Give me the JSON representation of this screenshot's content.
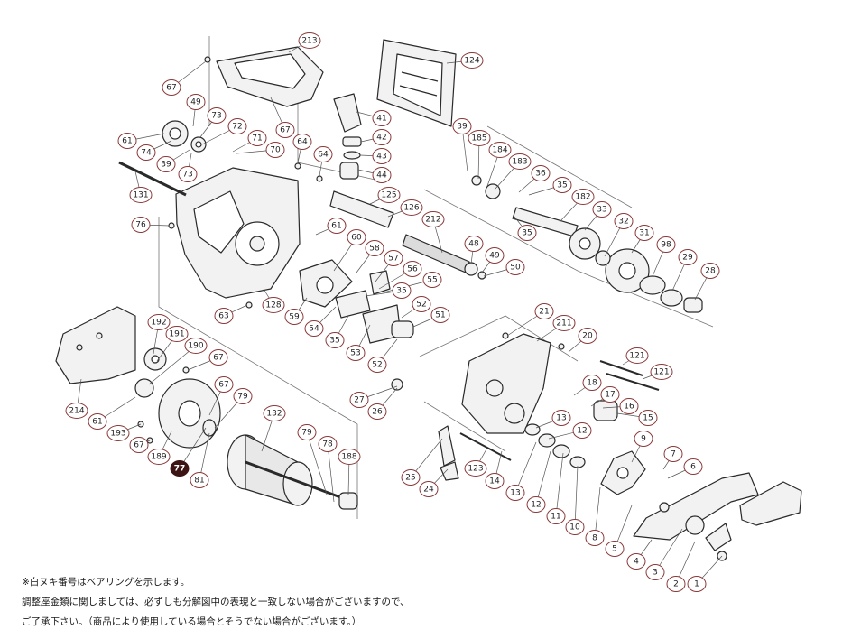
{
  "diagram": {
    "type": "exploded-parts-diagram",
    "callouts": [
      {
        "id": "c213",
        "label": "213",
        "bearing": false
      },
      {
        "id": "c124",
        "label": "124",
        "bearing": false
      },
      {
        "id": "c67a",
        "label": "67",
        "bearing": false
      },
      {
        "id": "c49a",
        "label": "49",
        "bearing": false
      },
      {
        "id": "c73a",
        "label": "73",
        "bearing": false
      },
      {
        "id": "c72",
        "label": "72",
        "bearing": false
      },
      {
        "id": "c67b",
        "label": "67",
        "bearing": false
      },
      {
        "id": "c61a",
        "label": "61",
        "bearing": false
      },
      {
        "id": "c71",
        "label": "71",
        "bearing": false
      },
      {
        "id": "c41",
        "label": "41",
        "bearing": false
      },
      {
        "id": "c42",
        "label": "42",
        "bearing": false
      },
      {
        "id": "c43",
        "label": "43",
        "bearing": false
      },
      {
        "id": "c44",
        "label": "44",
        "bearing": false
      },
      {
        "id": "c74",
        "label": "74",
        "bearing": false
      },
      {
        "id": "c70",
        "label": "70",
        "bearing": false
      },
      {
        "id": "c64a",
        "label": "64",
        "bearing": false
      },
      {
        "id": "c39a",
        "label": "39",
        "bearing": false
      },
      {
        "id": "c73b",
        "label": "73",
        "bearing": false
      },
      {
        "id": "c64b",
        "label": "64",
        "bearing": false
      },
      {
        "id": "c39b",
        "label": "39",
        "bearing": false
      },
      {
        "id": "c185",
        "label": "185",
        "bearing": false
      },
      {
        "id": "c184",
        "label": "184",
        "bearing": false
      },
      {
        "id": "c183",
        "label": "183",
        "bearing": false
      },
      {
        "id": "c36",
        "label": "36",
        "bearing": false
      },
      {
        "id": "c35a",
        "label": "35",
        "bearing": false
      },
      {
        "id": "c182",
        "label": "182",
        "bearing": false
      },
      {
        "id": "c131",
        "label": "131",
        "bearing": false
      },
      {
        "id": "c125",
        "label": "125",
        "bearing": false
      },
      {
        "id": "c126",
        "label": "126",
        "bearing": false
      },
      {
        "id": "c212",
        "label": "212",
        "bearing": false
      },
      {
        "id": "c33",
        "label": "33",
        "bearing": false
      },
      {
        "id": "c35b",
        "label": "35",
        "bearing": false
      },
      {
        "id": "c32",
        "label": "32",
        "bearing": false
      },
      {
        "id": "c76",
        "label": "76",
        "bearing": false
      },
      {
        "id": "c61b",
        "label": "61",
        "bearing": false
      },
      {
        "id": "c60",
        "label": "60",
        "bearing": false
      },
      {
        "id": "c58",
        "label": "58",
        "bearing": false
      },
      {
        "id": "c31",
        "label": "31",
        "bearing": false
      },
      {
        "id": "c57",
        "label": "57",
        "bearing": false
      },
      {
        "id": "c48",
        "label": "48",
        "bearing": false
      },
      {
        "id": "c98",
        "label": "98",
        "bearing": false
      },
      {
        "id": "c49b",
        "label": "49",
        "bearing": false
      },
      {
        "id": "c56",
        "label": "56",
        "bearing": false
      },
      {
        "id": "c50",
        "label": "50",
        "bearing": false
      },
      {
        "id": "c29",
        "label": "29",
        "bearing": false
      },
      {
        "id": "c28",
        "label": "28",
        "bearing": false
      },
      {
        "id": "c55",
        "label": "55",
        "bearing": false
      },
      {
        "id": "c35c",
        "label": "35",
        "bearing": false
      },
      {
        "id": "c128",
        "label": "128",
        "bearing": false
      },
      {
        "id": "c52a",
        "label": "52",
        "bearing": false
      },
      {
        "id": "c63",
        "label": "63",
        "bearing": false
      },
      {
        "id": "c59",
        "label": "59",
        "bearing": false
      },
      {
        "id": "c51",
        "label": "51",
        "bearing": false
      },
      {
        "id": "c21",
        "label": "21",
        "bearing": false
      },
      {
        "id": "c211",
        "label": "211",
        "bearing": false
      },
      {
        "id": "c192",
        "label": "192",
        "bearing": false
      },
      {
        "id": "c54",
        "label": "54",
        "bearing": false
      },
      {
        "id": "c35d",
        "label": "35",
        "bearing": false
      },
      {
        "id": "c20",
        "label": "20",
        "bearing": false
      },
      {
        "id": "c191",
        "label": "191",
        "bearing": false
      },
      {
        "id": "c53",
        "label": "53",
        "bearing": false
      },
      {
        "id": "c190",
        "label": "190",
        "bearing": false
      },
      {
        "id": "c121a",
        "label": "121",
        "bearing": false
      },
      {
        "id": "c67c",
        "label": "67",
        "bearing": false
      },
      {
        "id": "c52b",
        "label": "52",
        "bearing": false
      },
      {
        "id": "c121b",
        "label": "121",
        "bearing": false
      },
      {
        "id": "c18",
        "label": "18",
        "bearing": false
      },
      {
        "id": "c67d",
        "label": "67",
        "bearing": false
      },
      {
        "id": "c17",
        "label": "17",
        "bearing": false
      },
      {
        "id": "c79a",
        "label": "79",
        "bearing": false
      },
      {
        "id": "c27",
        "label": "27",
        "bearing": false
      },
      {
        "id": "c16",
        "label": "16",
        "bearing": false
      },
      {
        "id": "c214",
        "label": "214",
        "bearing": false
      },
      {
        "id": "c26",
        "label": "26",
        "bearing": false
      },
      {
        "id": "c132",
        "label": "132",
        "bearing": false
      },
      {
        "id": "c15",
        "label": "15",
        "bearing": false
      },
      {
        "id": "c61c",
        "label": "61",
        "bearing": false
      },
      {
        "id": "c13a",
        "label": "13",
        "bearing": false
      },
      {
        "id": "c193",
        "label": "193",
        "bearing": false
      },
      {
        "id": "c12a",
        "label": "12",
        "bearing": false
      },
      {
        "id": "c79b",
        "label": "79",
        "bearing": false
      },
      {
        "id": "c9",
        "label": "9",
        "bearing": false
      },
      {
        "id": "c67e",
        "label": "67",
        "bearing": false
      },
      {
        "id": "c78",
        "label": "78",
        "bearing": false
      },
      {
        "id": "c189",
        "label": "189",
        "bearing": false
      },
      {
        "id": "c188",
        "label": "188",
        "bearing": false
      },
      {
        "id": "c7",
        "label": "7",
        "bearing": false
      },
      {
        "id": "c123",
        "label": "123",
        "bearing": false
      },
      {
        "id": "c77",
        "label": "77",
        "bearing": true
      },
      {
        "id": "c6",
        "label": "6",
        "bearing": false
      },
      {
        "id": "c25",
        "label": "25",
        "bearing": false
      },
      {
        "id": "c14",
        "label": "14",
        "bearing": false
      },
      {
        "id": "c81",
        "label": "81",
        "bearing": false
      },
      {
        "id": "c24",
        "label": "24",
        "bearing": false
      },
      {
        "id": "c13b",
        "label": "13",
        "bearing": false
      },
      {
        "id": "c12b",
        "label": "12",
        "bearing": false
      },
      {
        "id": "c11",
        "label": "11",
        "bearing": false
      },
      {
        "id": "c10",
        "label": "10",
        "bearing": false
      },
      {
        "id": "c8",
        "label": "8",
        "bearing": false
      },
      {
        "id": "c5",
        "label": "5",
        "bearing": false
      },
      {
        "id": "c4",
        "label": "4",
        "bearing": false
      },
      {
        "id": "c3",
        "label": "3",
        "bearing": false
      },
      {
        "id": "c2",
        "label": "2",
        "bearing": false
      },
      {
        "id": "c1",
        "label": "1",
        "bearing": false
      }
    ]
  },
  "notes": {
    "line1": "※白ヌキ番号はベアリングを示します。",
    "line2": "調整座金類に関しましては、必ずしも分解図中の表現と一致しない場合がございますので、",
    "line3": "ご了承下さい。（商品により使用している場合とそうでない場合がございます。）"
  },
  "colors": {
    "line": "#2a2a2a",
    "callout_border": "#8a3a3a",
    "bearing_fill": "#3d1414",
    "part_fill": "#f2f2f2",
    "guide": "#777777"
  }
}
